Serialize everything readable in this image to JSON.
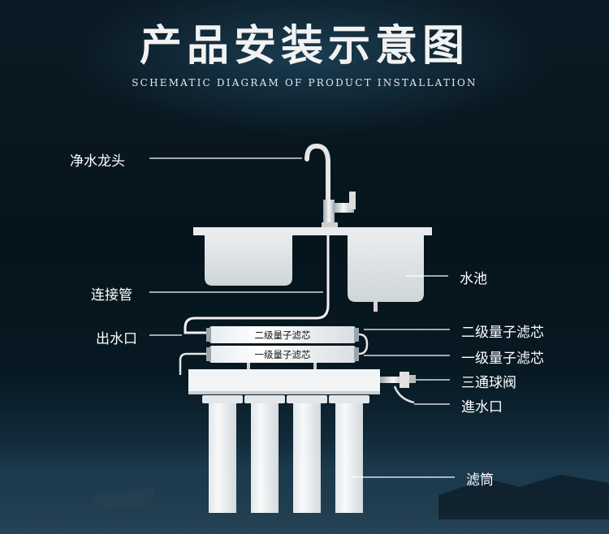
{
  "title": "产品安装示意图",
  "subtitle": "SCHEMATIC DIAGRAM OF PRODUCT INSTALLATION",
  "labels": {
    "faucet": "净水龙头",
    "connector_pipe": "连接管",
    "water_outlet": "出水口",
    "sink": "水池",
    "secondary_filter": "二级量子滤芯",
    "primary_filter": "一级量子滤芯",
    "three_way_valve": "三通球阀",
    "water_inlet": "進水口",
    "filter_housing": "滤筒"
  },
  "cartridges": {
    "secondary": "二级量子滤芯",
    "primary": "一级量子滤芯"
  },
  "colors": {
    "background": "#07121a",
    "device": "#f4f4f4",
    "label_text": "#ffffff"
  }
}
